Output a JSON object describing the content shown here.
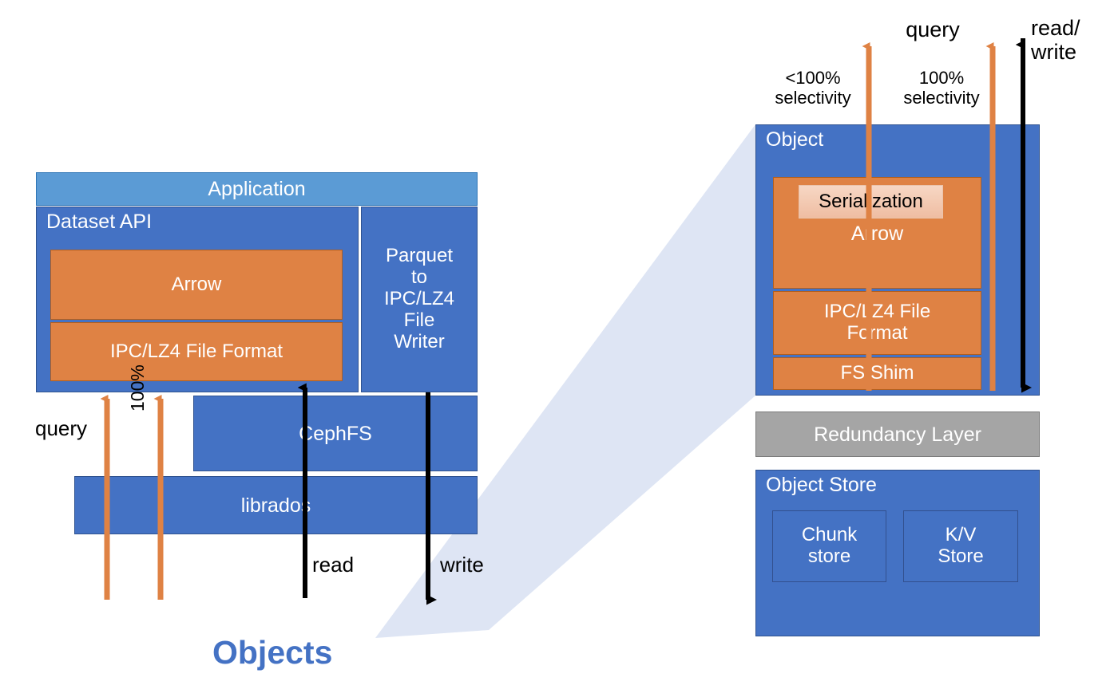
{
  "diagram": {
    "caption": "Objects",
    "colors": {
      "blue": "#4472C4",
      "light_blue": "#5B9BD5",
      "orange": "#DF8244",
      "grey": "#A5A5A5",
      "serialization": "#EFBDA2",
      "callout": "#DEE5F4",
      "black": "#000000"
    }
  },
  "left_stack": {
    "application": "Application",
    "dataset_api": "Dataset API",
    "arrow": "Arrow",
    "ipc_lz4_file_format": "IPC/LZ4 File Format",
    "parquet_writer": "Parquet\nto\nIPC/LZ4\nFile\nWriter",
    "cephfs": "CephFS",
    "librados": "librados"
  },
  "left_labels": {
    "query": "query",
    "hundred_percent": "100%",
    "read": "read",
    "write": "write"
  },
  "right_labels": {
    "lt100_selectivity": "<100%\nselectivity",
    "query": "query",
    "hundred_selectivity": "100%\nselectivity",
    "read_write": "read/\nwrite"
  },
  "right_stack": {
    "object": "Object",
    "serialization": "Serialization",
    "arrow": "Arrow",
    "ipc_lz4_file_format": "IPC/LZ4 File\nFormat",
    "fs_shim": "FS Shim",
    "redundancy_layer": "Redundancy Layer",
    "object_store": "Object Store",
    "chunk_store": "Chunk\nstore",
    "kv_store": "K/V\nStore"
  }
}
